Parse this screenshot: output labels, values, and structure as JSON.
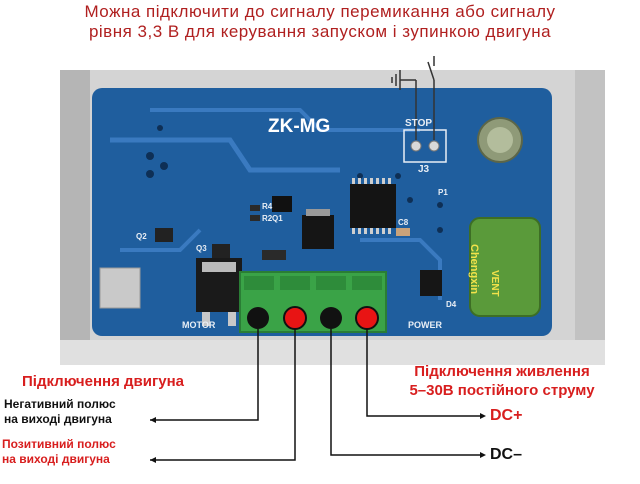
{
  "top_caption": {
    "line1": "Можна підключити до сигналу перемикання або сигналу",
    "line2": "рівня 3,3 В для керування запуском і зупинкою двигуна"
  },
  "board": {
    "model": "ZK-MG",
    "stop_label": "STOP",
    "j3_label": "J3",
    "motor_label": "MOTOR",
    "power_label": "POWER",
    "q2": "Q2",
    "q3": "Q3",
    "r4": "R4",
    "r2": "R2",
    "q1": "Q1",
    "c8": "C8",
    "p1": "P1",
    "d4": "D4",
    "capacitor_brand": "Chengxin",
    "capacitor_series": "VENT"
  },
  "labels": {
    "motor_connection": "Підключення двигуна",
    "neg_pole_1": "Негативний полюс",
    "neg_pole_2": "на виході двигуна",
    "pos_pole_1": "Позитивний полюс",
    "pos_pole_2": "на виході двигуна",
    "power_connection_1": "Підключення живлення",
    "power_connection_2": "5–30В постійного струму",
    "dc_plus": "DC+",
    "dc_minus": "DC–"
  },
  "colors": {
    "pcb": "#1f5e9e",
    "terminal": "#3aa347",
    "red": "#d81e1e"
  }
}
